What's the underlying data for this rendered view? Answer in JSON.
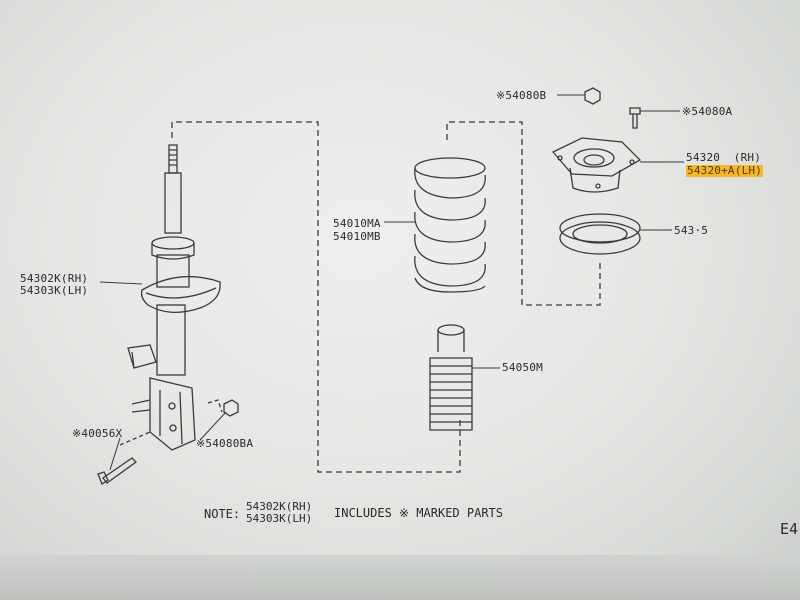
{
  "parts": {
    "strut_rh": "54302K(RH)",
    "strut_lh": "54303K(LH)",
    "bolt_40056x": "※40056X",
    "nut_54080ba": "※54080BA",
    "spring_a": "54010MA",
    "spring_b": "54010MB",
    "bumper": "54050M",
    "nut_54080b": "※54080B",
    "bolt_54080a": "※54080A",
    "mount_rh": "54320  (RH)",
    "mount_lh": "54320+A(LH)",
    "seat": "543·5"
  },
  "note": {
    "prefix": "NOTE:",
    "part_rh": "54302K(RH)",
    "part_lh": "54303K(LH)",
    "suffix": "INCLUDES ※ MARKED PARTS"
  },
  "page_marker": "E4",
  "colors": {
    "ink": "#3a3a3a",
    "highlight": "#f5b62b",
    "paper": "#e8eae7"
  }
}
